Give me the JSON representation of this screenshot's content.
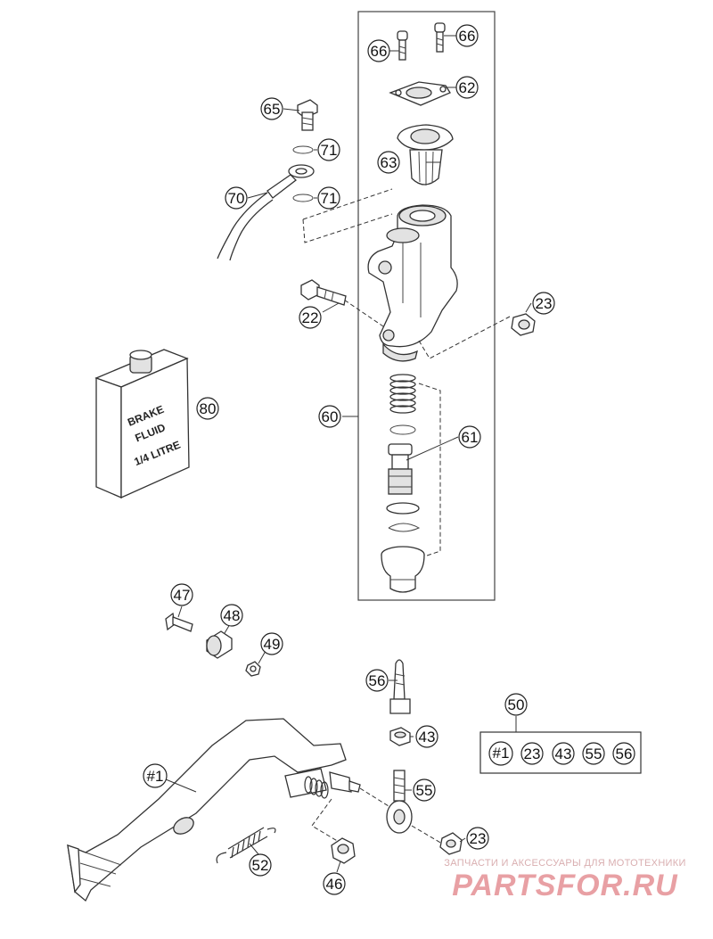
{
  "parts": {
    "p66a": "66",
    "p66b": "66",
    "p62": "62",
    "p65": "65",
    "p71a": "71",
    "p71b": "71",
    "p70": "70",
    "p63": "63",
    "p22": "22",
    "p23a": "23",
    "p80": "80",
    "p60": "60",
    "p61": "61",
    "p47": "47",
    "p48": "48",
    "p49": "49",
    "p56": "56",
    "p43": "43",
    "p50": "50",
    "p1": "#1",
    "p55": "55",
    "p23b": "23",
    "p52": "52",
    "p46": "46"
  },
  "kit": {
    "items": [
      "#1",
      "23",
      "43",
      "55",
      "56"
    ]
  },
  "bottle": {
    "line1": "BRAKE",
    "line2": "FLUID",
    "line3": "1/4 LITRE"
  },
  "watermark": {
    "tagline": "ЗАПЧАСТИ И АКСЕССУАРЫ ДЛЯ МОТОТЕХНИКИ",
    "logo_text": "PARTSFOR.RU",
    "color": "#e8a0a4"
  }
}
